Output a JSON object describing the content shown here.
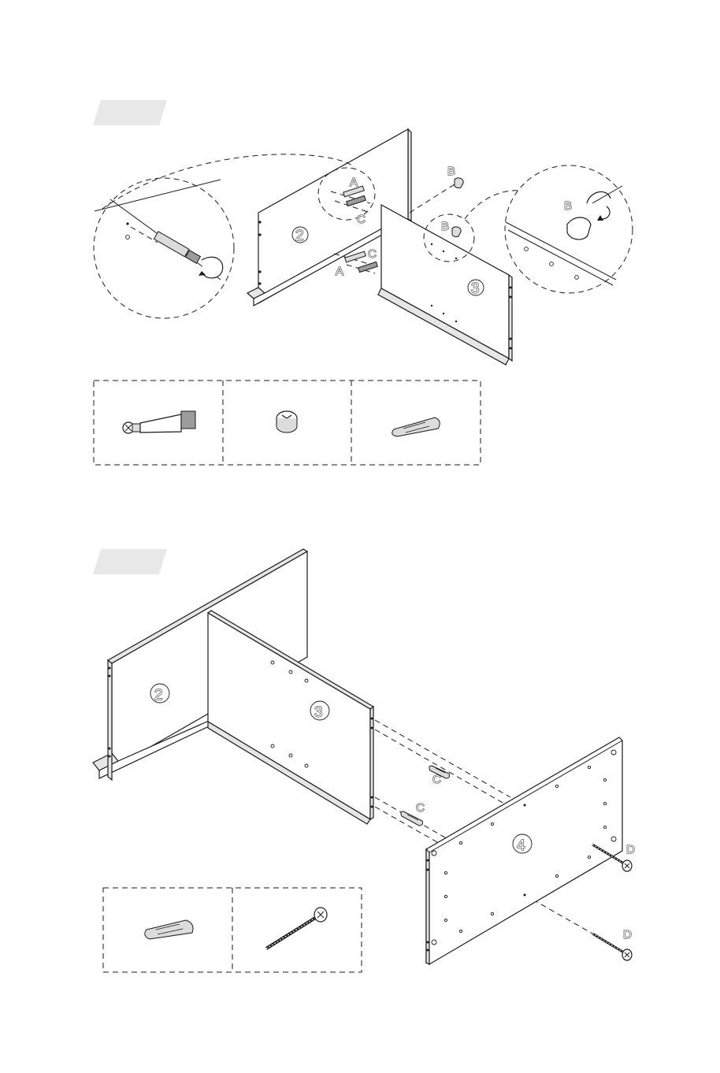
{
  "step1": {
    "label_A_top": "A",
    "label_C_top": "C",
    "label_A_bottom": "A",
    "label_C_bottom": "C",
    "label_B_near": "B",
    "label_B_panel": "B",
    "label_B_zoom": "B",
    "panel_2": "2",
    "panel_3": "3"
  },
  "step2": {
    "panel_2": "2",
    "panel_3": "3",
    "panel_4": "4",
    "label_C_1": "C",
    "label_C_2": "C",
    "label_D_1": "D",
    "label_D_2": "D"
  },
  "parts_box_1": [
    "cam-bolt",
    "cam-lock",
    "wood-dowel"
  ],
  "parts_box_2": [
    "wood-dowel",
    "screw"
  ]
}
